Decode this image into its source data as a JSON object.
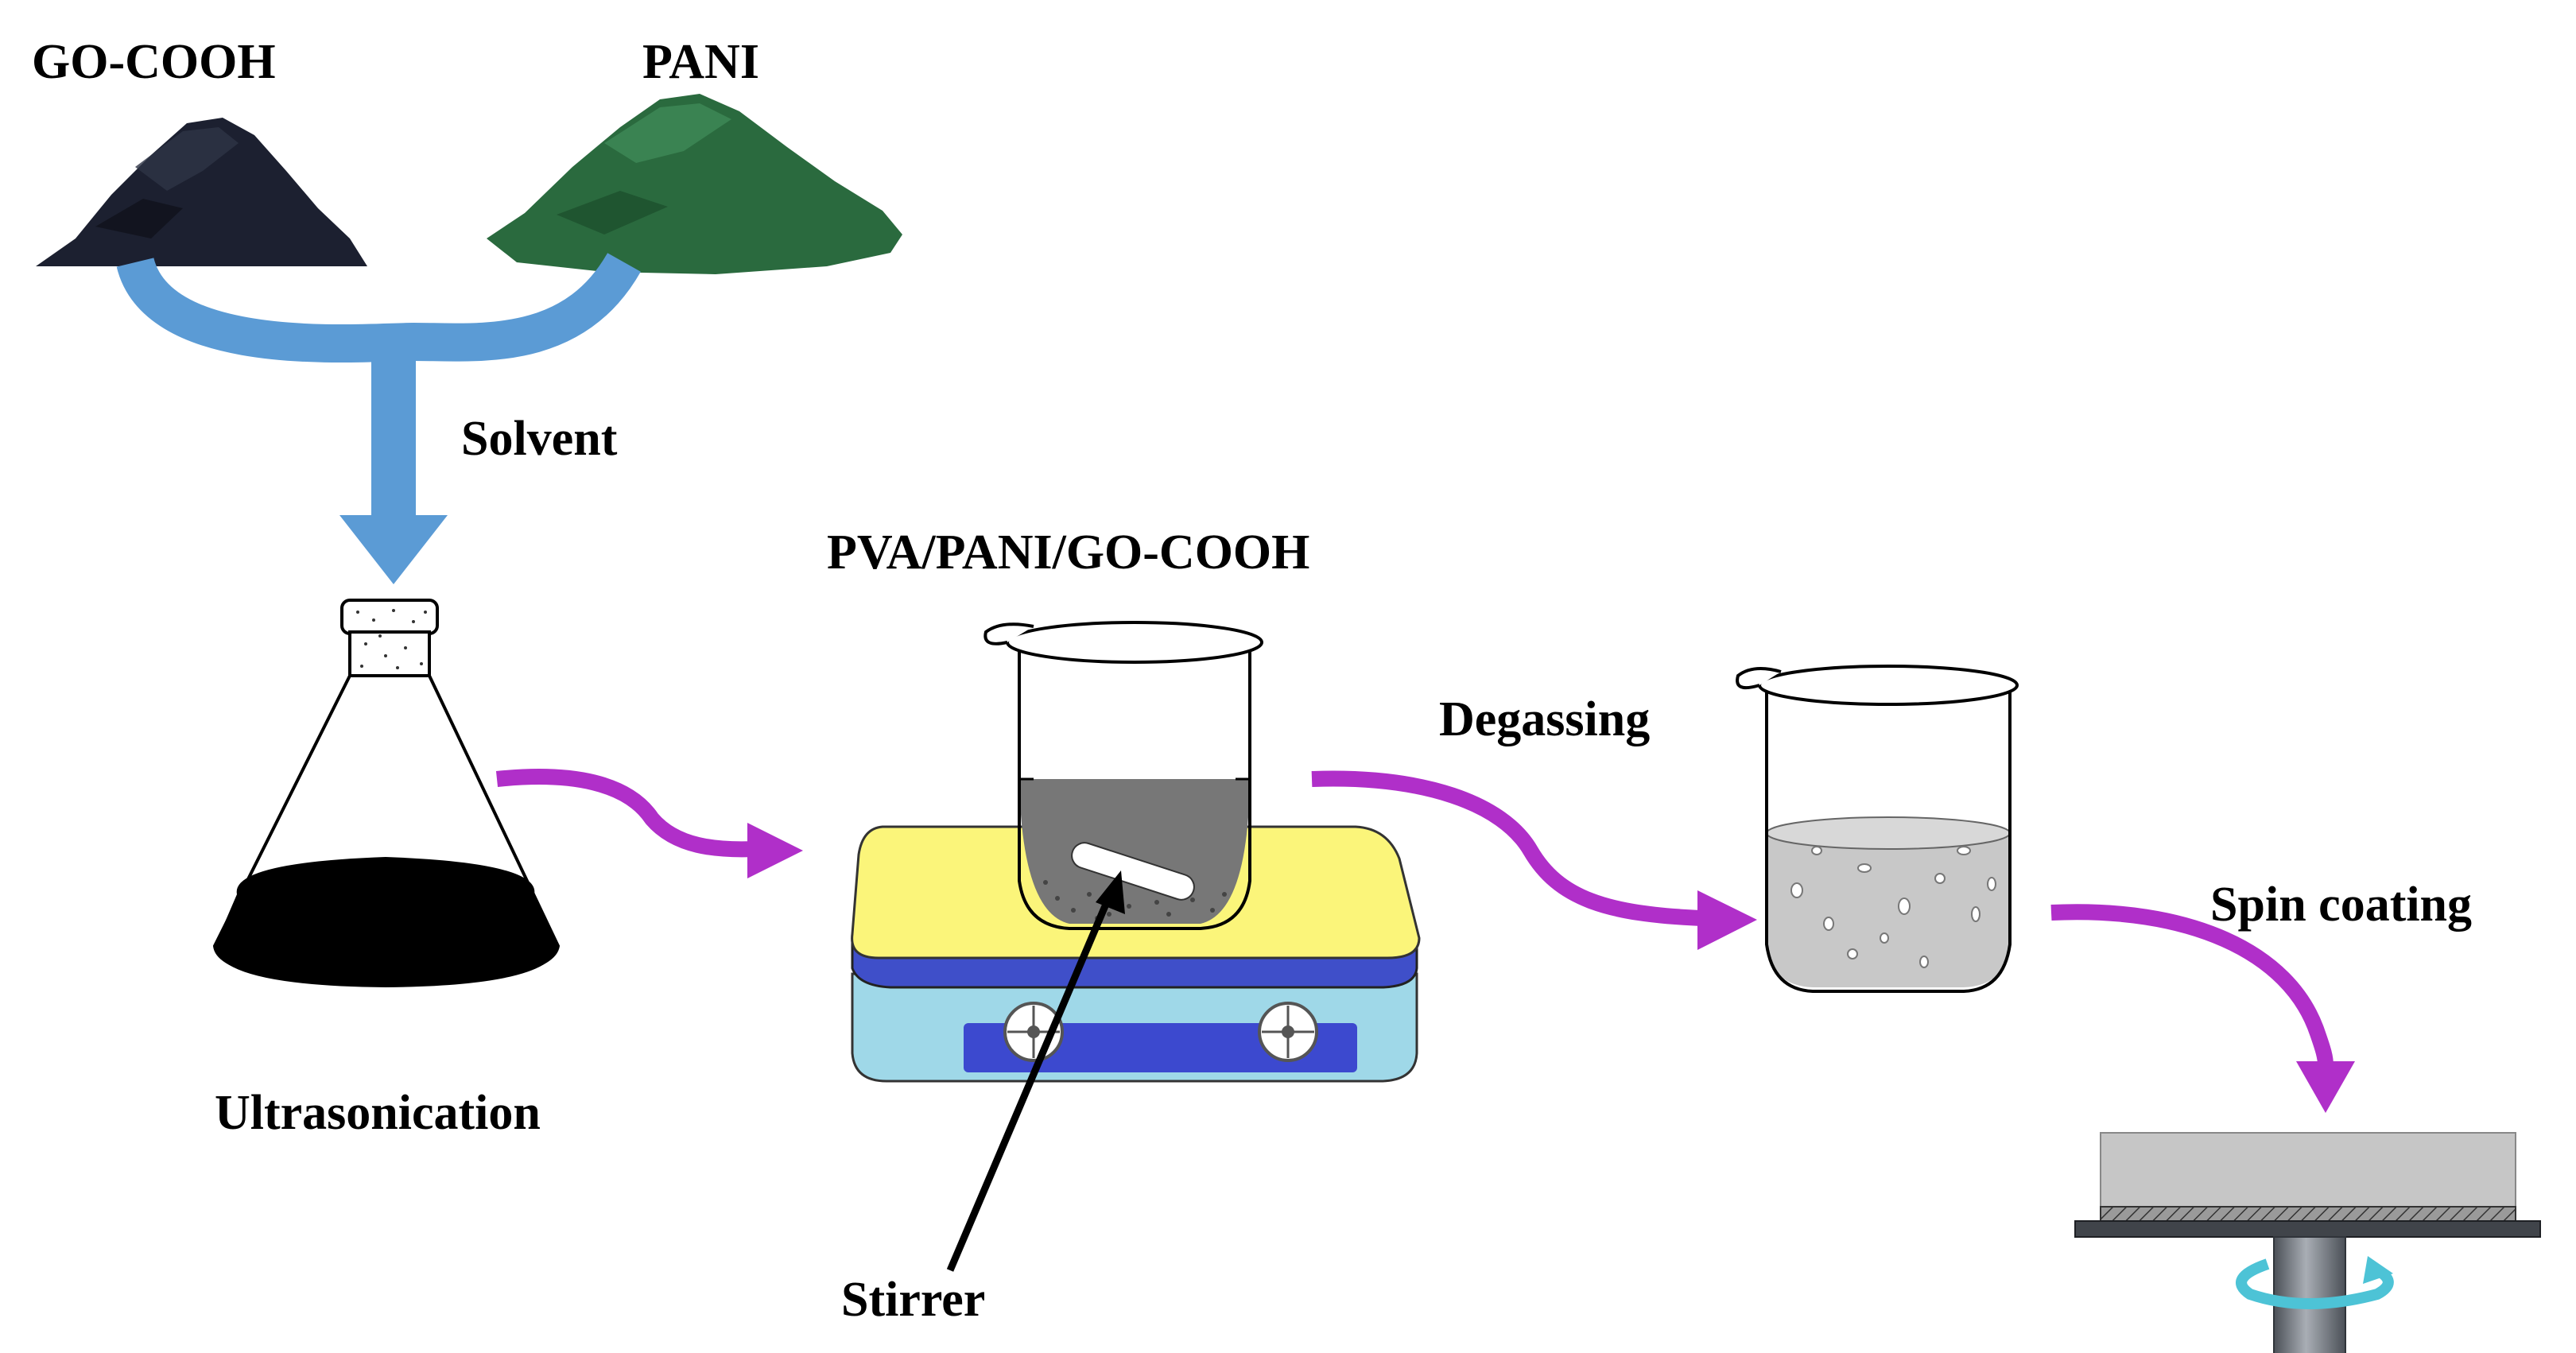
{
  "labels": {
    "go_cooh": "GO-COOH",
    "pani": "PANI",
    "solvent": "Solvent",
    "composite": "PVA/PANI/GO-COOH",
    "degassing": "Degassing",
    "spin_coating": "Spin coating",
    "ultrasonication": "Ultrasonication",
    "stirrer": "Stirrer"
  },
  "colors": {
    "go_cooh_powder": "#1c2030",
    "pani_powder": "#2a6a3e",
    "blue_arrow": "#5b9bd5",
    "magenta_arrow": "#b02fc9",
    "hotplate_top": "#fbf57a",
    "hotplate_band": "#3f4fc9",
    "hotplate_body": "#9fd8e8",
    "hotplate_panel": "#3c49cf",
    "solution_gray": "#777777",
    "degassed_solution": "#c8c8c8",
    "substrate": "#c6c6c6",
    "spin_shaft": "#7a7f86",
    "spin_arrow": "#4dc3d6"
  }
}
